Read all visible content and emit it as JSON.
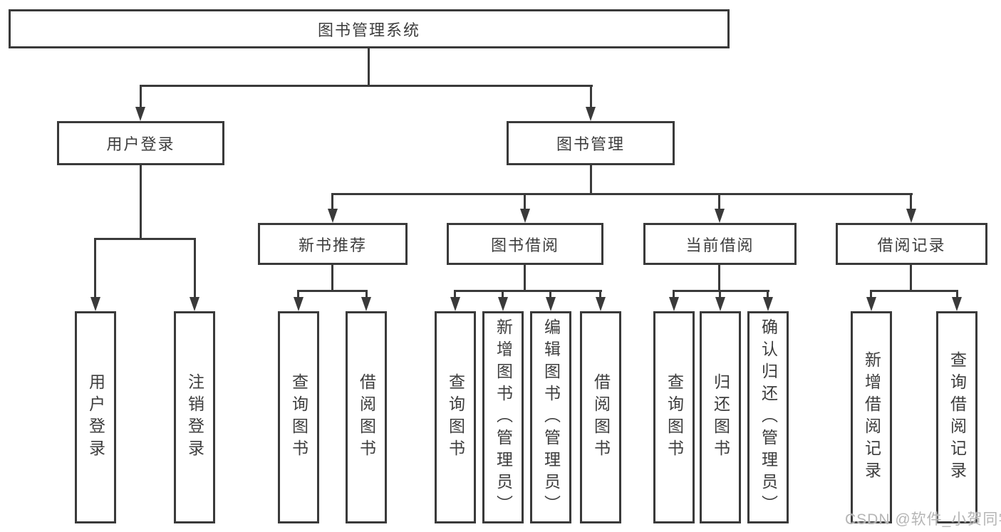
{
  "nodes": {
    "root": "图书管理系统",
    "l2_user_login": "用户登录",
    "l2_book_mgmt": "图书管理",
    "l3_new_book": "新书推荐",
    "l3_book_borrow": "图书借阅",
    "l3_current_borrow": "当前借阅",
    "l3_borrow_records": "借阅记录",
    "leaf_user_login": "用户登录",
    "leaf_logout": "注销登录",
    "leaf_nb_query": "查询图书",
    "leaf_nb_borrow": "借阅图书",
    "leaf_bb_query": "查询图书",
    "leaf_bb_add": "新增图书（管理员）",
    "leaf_bb_edit": "编辑图书（管理员）",
    "leaf_bb_borrow": "借阅图书",
    "leaf_cb_query": "查询图书",
    "leaf_cb_return": "归还图书",
    "leaf_cb_confirm": "确认归还（管理员）",
    "leaf_br_add": "新增借阅记录",
    "leaf_br_query": "查询借阅记录"
  },
  "watermark": "CSDN @软件_小贺同学",
  "colors": {
    "line": "#3a3a3a",
    "text": "#3d3d3d",
    "watermark": "#b5b5b5"
  }
}
